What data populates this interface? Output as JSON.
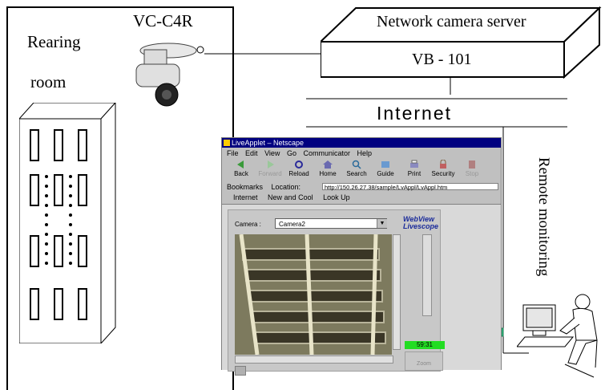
{
  "room": {
    "label_line1": "Rearing",
    "label_line2": "room"
  },
  "camera": {
    "model": "VC-C4R"
  },
  "server": {
    "title": "Network camera server",
    "model": "VB - 101"
  },
  "network": {
    "label": "Internet"
  },
  "remote": {
    "label": "Remote monitoring"
  },
  "browser": {
    "title": "LiveApplet – Netscape",
    "menu": [
      "File",
      "Edit",
      "View",
      "Go",
      "Communicator",
      "Help"
    ],
    "toolbar": [
      "Back",
      "Forward",
      "Reload",
      "Home",
      "Search",
      "Guide",
      "Print",
      "Security",
      "Stop"
    ],
    "bookmarks_label": "Bookmarks",
    "location_label": "Location:",
    "location_url": "http://150.26.27.38/sample/LvAppl/LvAppl.htm",
    "personal_bar": [
      "Internet",
      "New and Cool",
      "Look Up"
    ],
    "camera_label": "Camera :",
    "camera_value": "Camera2",
    "logo_line1": "WebView",
    "logo_line2": "Livescope",
    "timer": "59:31",
    "zoom_label": "Zoom"
  },
  "colors": {
    "arrow": "#2fb27a",
    "title_bar": "#000080",
    "timer_bg": "#22dd22"
  }
}
